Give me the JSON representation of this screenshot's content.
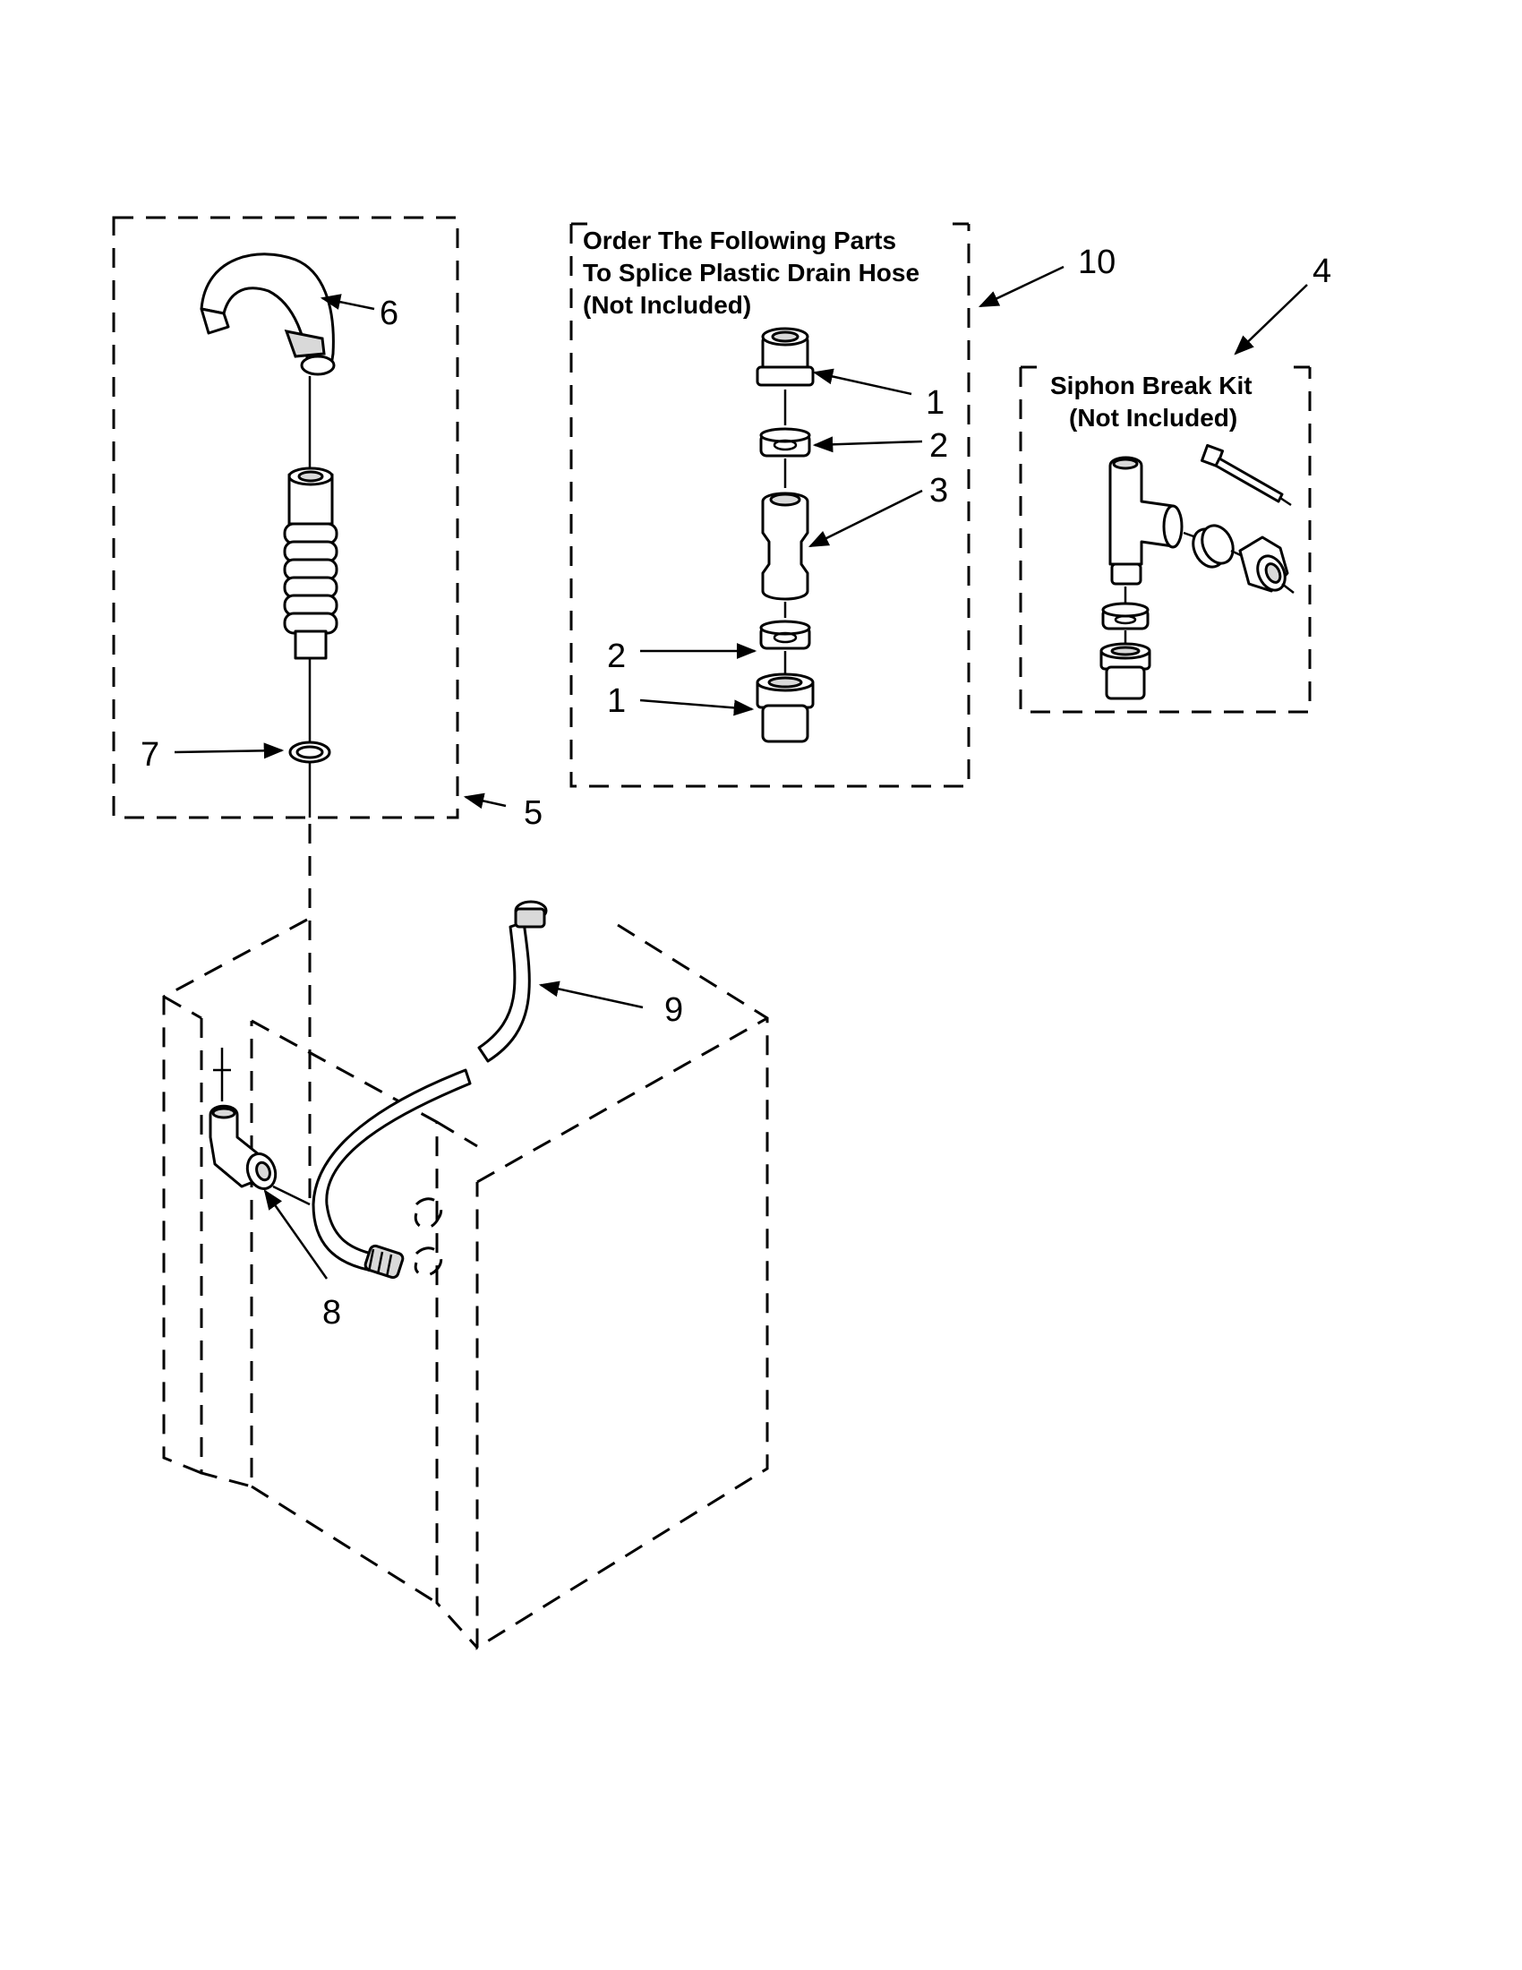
{
  "boxes": {
    "splice_kit": {
      "title_lines": [
        "Order The Following Parts",
        "To Splice Plastic Drain Hose",
        "(Not Included)"
      ]
    },
    "siphon_kit": {
      "title_lines": [
        "Siphon Break Kit",
        "(Not Included)"
      ]
    }
  },
  "callouts": {
    "c1_top": "1",
    "c2_top": "2",
    "c3": "3",
    "c2_bottom": "2",
    "c1_bottom": "1",
    "c4": "4",
    "c5": "5",
    "c6": "6",
    "c7": "7",
    "c8": "8",
    "c9": "9",
    "c10": "10"
  }
}
